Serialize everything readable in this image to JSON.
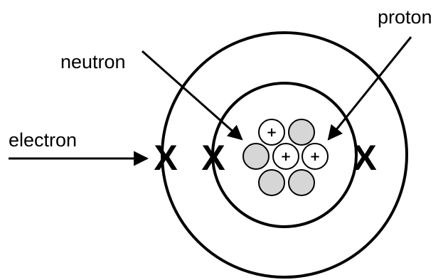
{
  "labels": {
    "neutron": "neutron",
    "proton": "proton",
    "electron": "electron"
  },
  "symbols": {
    "proton_sign": "+",
    "electron_mark": "X"
  },
  "colors": {
    "neutron_fill": "#d6d6d6",
    "proton_fill": "#ffffff",
    "stroke": "#000000"
  },
  "nucleus": {
    "particles": [
      {
        "type": "proton"
      },
      {
        "type": "neutron"
      },
      {
        "type": "neutron"
      },
      {
        "type": "proton"
      },
      {
        "type": "proton"
      },
      {
        "type": "neutron"
      },
      {
        "type": "neutron"
      }
    ]
  },
  "shells": [
    {
      "shell": 1,
      "electrons": 2
    },
    {
      "shell": 2,
      "electrons": 1
    }
  ]
}
